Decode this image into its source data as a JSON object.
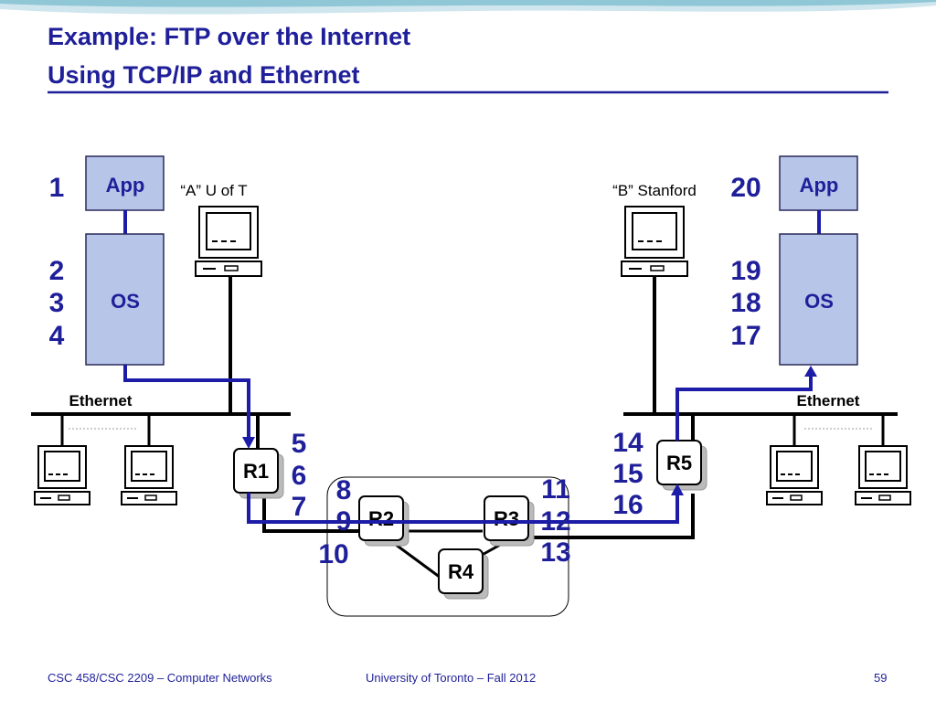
{
  "slide": {
    "title_line1": "Example: FTP over the Internet",
    "title_line2": "Using TCP/IP and Ethernet"
  },
  "left_stack": {
    "app_label": "App",
    "os_label": "OS",
    "host_label": "“A” U of T",
    "step_app": "1",
    "steps_os": [
      "2",
      "3",
      "4"
    ]
  },
  "right_stack": {
    "app_label": "App",
    "os_label": "OS",
    "host_label": "“B” Stanford",
    "step_app": "20",
    "steps_os": [
      "19",
      "18",
      "17"
    ]
  },
  "networks": {
    "left_label": "Ethernet",
    "right_label": "Ethernet"
  },
  "routers": {
    "r1": "R1",
    "r2": "R2",
    "r3": "R3",
    "r4": "R4",
    "r5": "R5"
  },
  "path_steps": {
    "r1": [
      "5",
      "6",
      "7"
    ],
    "r2": [
      "8",
      "9"
    ],
    "r4": [
      "10"
    ],
    "r3": [
      "11",
      "12",
      "13"
    ],
    "r5": [
      "14",
      "15",
      "16"
    ]
  },
  "footer": {
    "course": "CSC 458/CSC 2209 – Computer Networks",
    "university": "University of Toronto – Fall 2012",
    "page_number": "59"
  },
  "colors": {
    "title": "#1f1f9a",
    "path": "#1c1ca8",
    "box_fill": "#b7c5e8",
    "box_border": "#2a2a5a"
  }
}
